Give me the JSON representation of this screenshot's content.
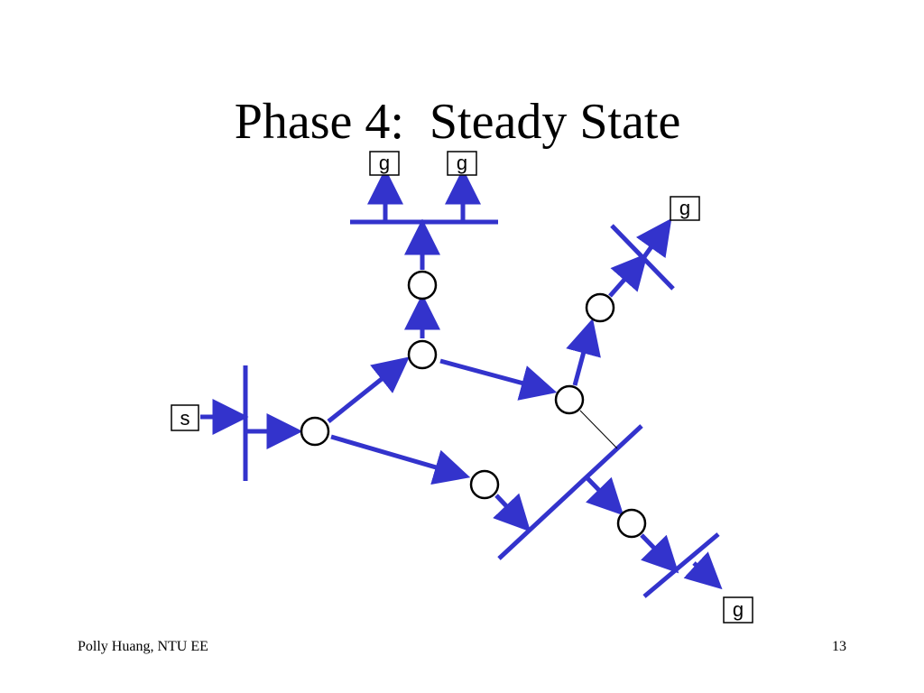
{
  "slide": {
    "title": "Phase 4:  Steady State",
    "footer_left": "Polly Huang, NTU EE",
    "page_number": "13"
  },
  "diagram": {
    "link_color": "#3333cc",
    "node_outline_color": "#000000",
    "source_label": "s",
    "group_label": "g"
  }
}
